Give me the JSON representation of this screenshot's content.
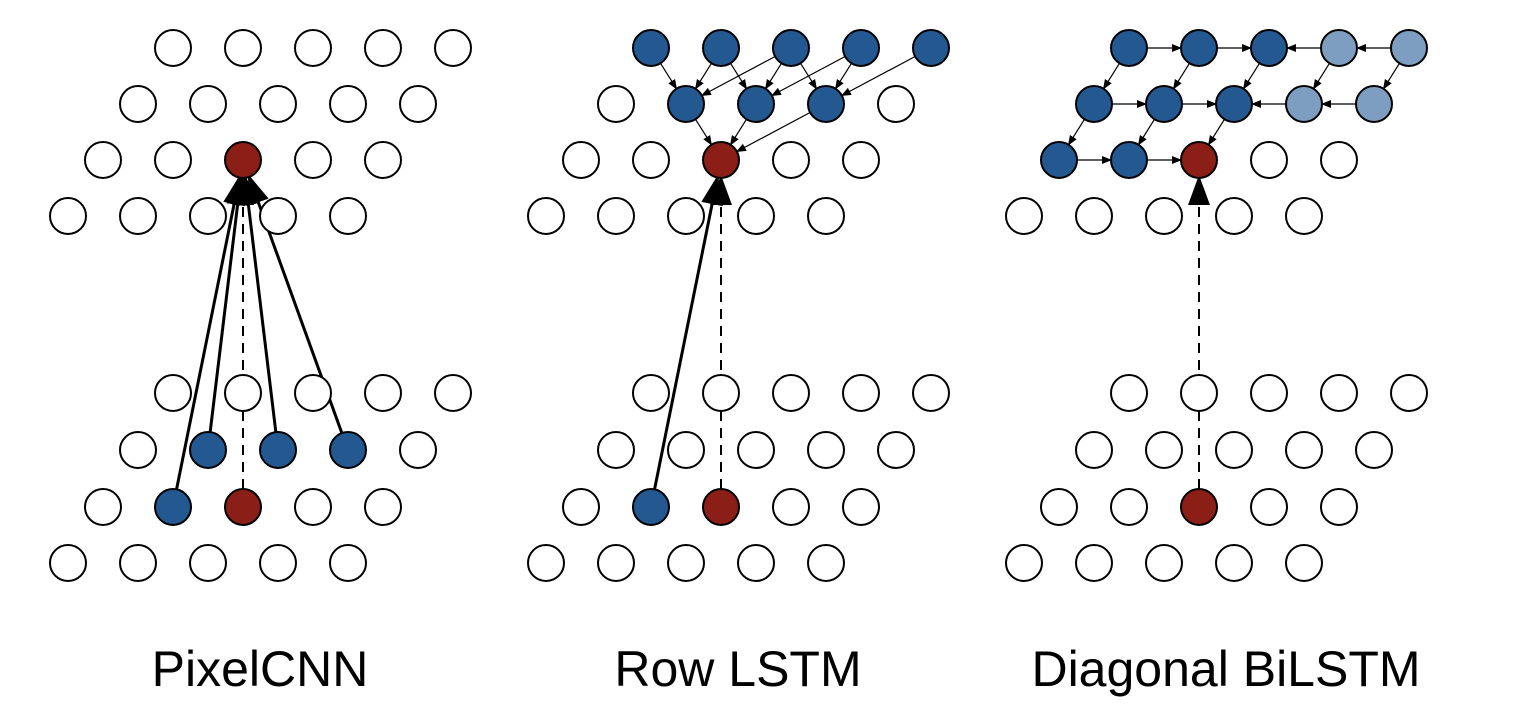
{
  "panels": [
    {
      "caption": "PixelCNN",
      "dependency": "pixelcnn",
      "upper_rows": [
        [
          "white",
          "white",
          "white",
          "white",
          "white"
        ],
        [
          "white",
          "white",
          "white",
          "white",
          "white"
        ],
        [
          "white",
          "white",
          "red",
          "white",
          "white"
        ],
        [
          "white",
          "white",
          "white",
          "white",
          "white"
        ]
      ],
      "lower_rows": [
        [
          "white",
          "white",
          "white",
          "white",
          "white"
        ],
        [
          "white",
          "blue",
          "blue",
          "blue",
          "white"
        ],
        [
          "white",
          "blue",
          "red",
          "white",
          "white"
        ],
        [
          "white",
          "white",
          "white",
          "white",
          "white"
        ]
      ]
    },
    {
      "caption": "Row LSTM",
      "dependency": "row-lstm",
      "upper_rows": [
        [
          "blue",
          "blue",
          "blue",
          "blue",
          "blue"
        ],
        [
          "white",
          "blue",
          "blue",
          "blue",
          "white"
        ],
        [
          "white",
          "white",
          "red",
          "white",
          "white"
        ],
        [
          "white",
          "white",
          "white",
          "white",
          "white"
        ]
      ],
      "lower_rows": [
        [
          "white",
          "white",
          "white",
          "white",
          "white"
        ],
        [
          "white",
          "white",
          "white",
          "white",
          "white"
        ],
        [
          "white",
          "blue",
          "red",
          "white",
          "white"
        ],
        [
          "white",
          "white",
          "white",
          "white",
          "white"
        ]
      ]
    },
    {
      "caption": "Diagonal BiLSTM",
      "dependency": "diagonal-bilstm",
      "upper_rows": [
        [
          "blue",
          "blue",
          "blue",
          "lightblue",
          "lightblue"
        ],
        [
          "blue",
          "blue",
          "blue",
          "lightblue",
          "lightblue"
        ],
        [
          "blue",
          "blue",
          "red",
          "white",
          "white"
        ],
        [
          "white",
          "white",
          "white",
          "white",
          "white"
        ]
      ],
      "lower_rows": [
        [
          "white",
          "white",
          "white",
          "white",
          "white"
        ],
        [
          "white",
          "white",
          "white",
          "white",
          "white"
        ],
        [
          "white",
          "white",
          "red",
          "white",
          "white"
        ],
        [
          "white",
          "white",
          "white",
          "white",
          "white"
        ]
      ]
    }
  ],
  "colors": {
    "white": "#ffffff",
    "blue": "#235891",
    "lightblue": "#7d9ec1",
    "red": "#8b1e16",
    "stroke": "#000000"
  }
}
